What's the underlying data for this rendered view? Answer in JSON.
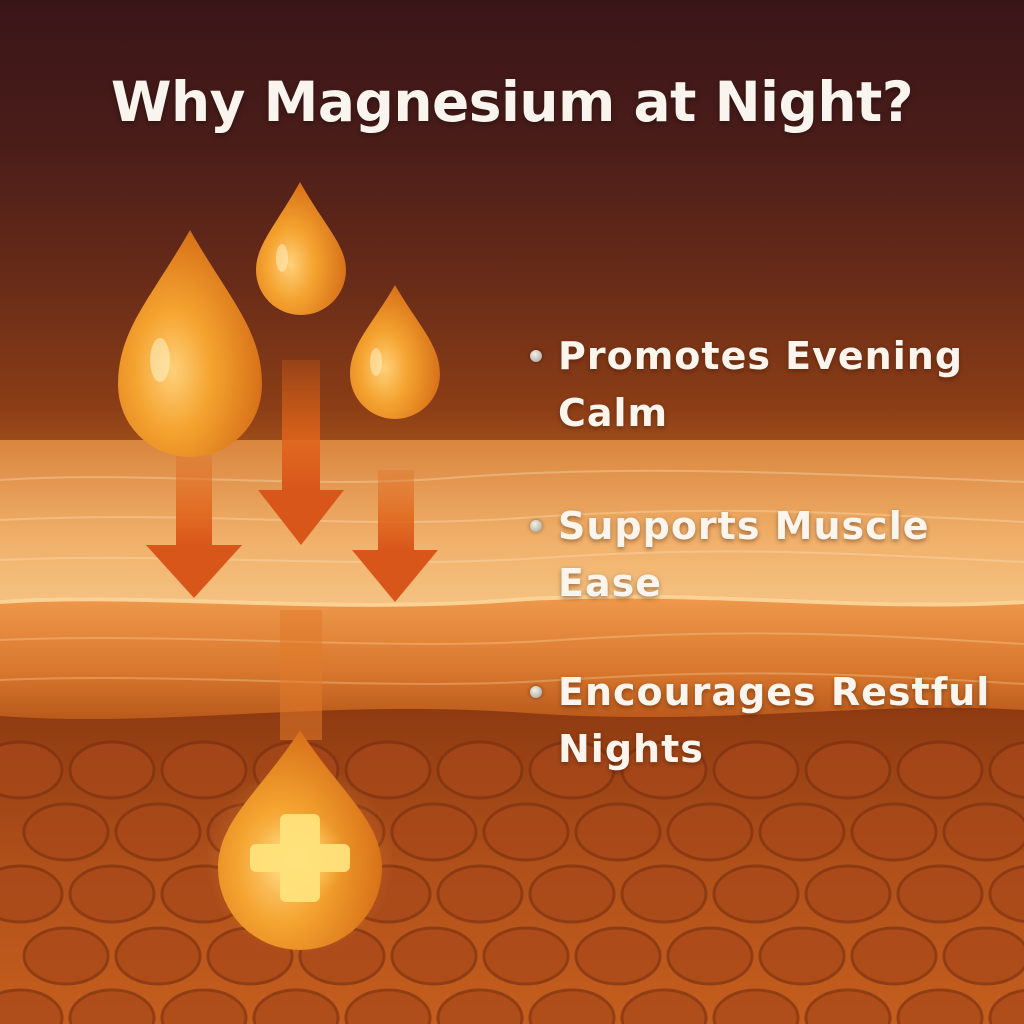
{
  "title": "Why Magnesium at Night?",
  "benefits": [
    {
      "text": "Promotes Evening Calm"
    },
    {
      "text": "Supports Muscle Ease"
    },
    {
      "text": "Encourages Restful Nights"
    }
  ],
  "icons": {
    "drops": "droplet-icon",
    "arrows": "arrow-down-icon",
    "plus": "plus-icon",
    "bullets": "bullet-icon"
  },
  "colors": {
    "text": "#faf4ee",
    "drop_orange": "#f19a1f",
    "arrow_orange": "#e0641a",
    "sky_top": "#3a1518"
  }
}
